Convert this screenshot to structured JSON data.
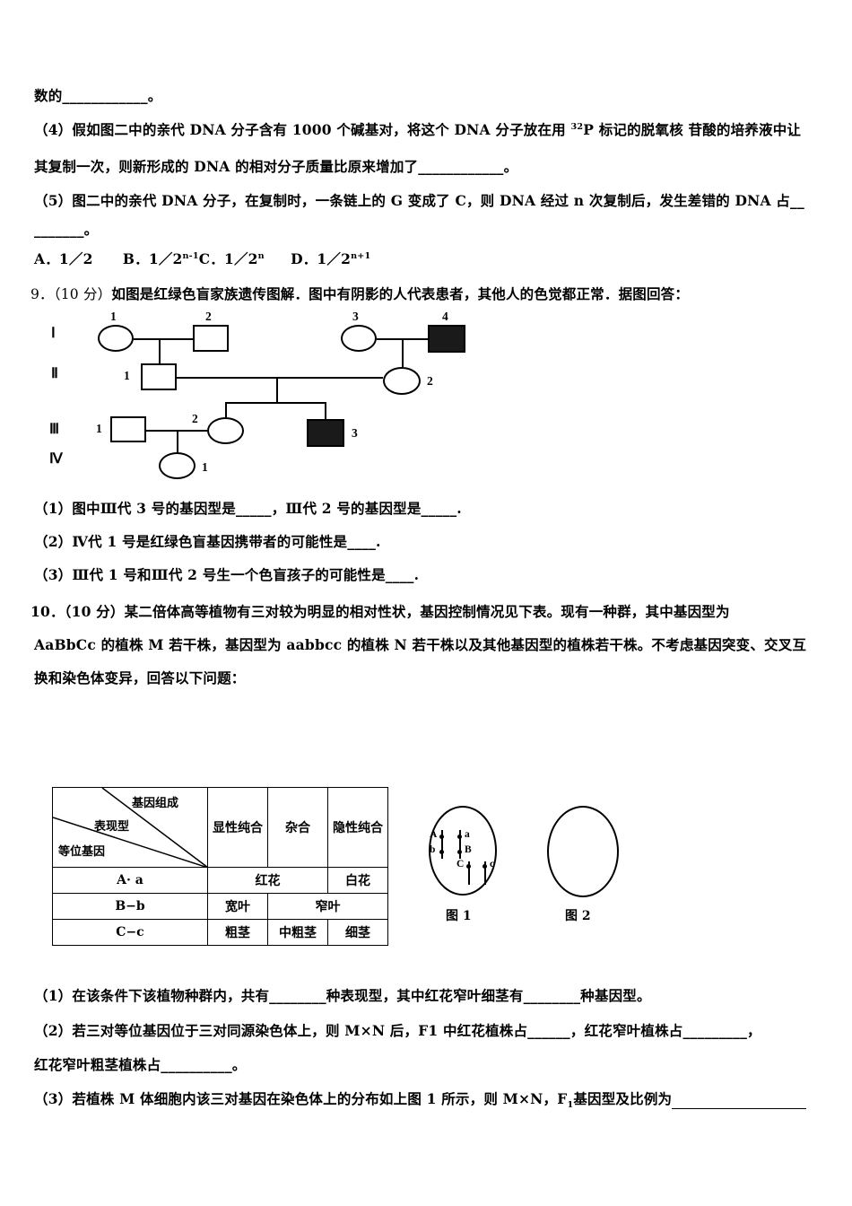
{
  "document": {
    "line_top": "数的____________。",
    "q8": {
      "item4": "（4）假如图二中的亲代 DNA 分子含有 1000 个碱基对，将这个 DNA 分子放在用 ³²P 标记的脱氧核 苷酸的培养液中让",
      "item4_cont": "其复制一次，则新形成的 DNA 的相对分子质量比原来增加了____________。",
      "item5": "（5）图二中的亲代 DNA 分子，在复制时，一条链上的 G 变成了 C，则 DNA 经过 n 次复制后，发生差错的 DNA 占__",
      "item5_cont": "_______。",
      "options": "A．1／2      B．1／2ⁿ⁻¹ C．1／2ⁿ     D．1／2ⁿ⁺¹"
    },
    "q9": {
      "stem": "9．（10 分）如图是红绿色盲家族遗传图解．图中有阴影的人代表患者，其他人的色觉都正常．据图回答：",
      "sub1": "（1）图中Ⅲ代 3 号的基因型是_____，Ⅲ代 2 号的基因型是_____.",
      "sub2": "（2）Ⅳ代 1 号是红绿色盲基因携带者的可能性是____.",
      "sub3": "（3）Ⅲ代 1 号和Ⅲ代 2 号生一个色盲孩子的可能性是____."
    },
    "q10": {
      "stem_l1": "10．（10 分）某二倍体高等植物有三对较为明显的相对性状，基因控制情况见下表。现有一种群，其中基因型为",
      "stem_l2": "AaBbCc 的植株 M 若干株，基因型为 aabbcc 的植株 N 若干株以及其他基因型的植株若干株。不考虑基因突变、交叉互",
      "stem_l3": "换和染色体变异，回答以下问题：",
      "sub1": "（1）在该条件下该植物种群内，共有________种表现型，其中红花窄叶细茎有________种基因型。",
      "sub2": "（2）若三对等位基因位于三对同源染色体上，则 M×N 后，F1 中红花植株占______，红花窄叶植株占_________，",
      "sub2_cont": "红花窄叶粗茎植株占__________。",
      "sub3": "（3）若植株 M 体细胞内该三对基因在染色体上的分布如上图 1 所示，则 M×N，F₁基因型及比例为_______________"
    }
  },
  "pedigree": {
    "generation_labels": [
      "Ⅰ",
      "Ⅱ",
      "Ⅲ",
      "Ⅳ"
    ],
    "individuals": [
      {
        "id": "I-1",
        "number": "1",
        "shape": "circle",
        "affected": false
      },
      {
        "id": "I-2",
        "number": "2",
        "shape": "square",
        "affected": false
      },
      {
        "id": "I-3",
        "number": "3",
        "shape": "circle",
        "affected": false
      },
      {
        "id": "I-4",
        "number": "4",
        "shape": "square",
        "affected": true
      },
      {
        "id": "II-1",
        "number": "1",
        "shape": "square",
        "affected": false
      },
      {
        "id": "II-2",
        "number": "2",
        "shape": "circle",
        "affected": false
      },
      {
        "id": "III-1",
        "number": "1",
        "shape": "square",
        "affected": false
      },
      {
        "id": "III-2",
        "number": "2",
        "shape": "circle",
        "affected": false
      },
      {
        "id": "III-3",
        "number": "3",
        "shape": "square",
        "affected": true
      },
      {
        "id": "IV-1",
        "number": "1",
        "shape": "circle",
        "affected": false
      }
    ]
  },
  "genetics_table": {
    "corner": {
      "top_right": "基因组成",
      "middle": "表现型",
      "bottom_left": "等位基因"
    },
    "headers": [
      "显性纯合",
      "杂合",
      "隐性纯合"
    ],
    "rows": [
      {
        "allele": "A· a",
        "cells": [
          {
            "text": "红花",
            "span": 2
          },
          {
            "text": "白花",
            "span": 1
          }
        ]
      },
      {
        "allele": "B−b",
        "cells": [
          {
            "text": "宽叶",
            "span": 1
          },
          {
            "text": "窄叶",
            "span": 2
          }
        ]
      },
      {
        "allele": "C−c",
        "cells": [
          {
            "text": "粗茎",
            "span": 1
          },
          {
            "text": "中粗茎",
            "span": 1
          },
          {
            "text": "细茎",
            "span": 1
          }
        ]
      }
    ]
  },
  "cell_figures": {
    "fig1": {
      "caption": "图 1",
      "gene_labels": [
        "A",
        "a",
        "b",
        "B",
        "C",
        "c"
      ]
    },
    "fig2": {
      "caption": "图 2",
      "gene_labels": []
    }
  },
  "colors": {
    "ink": "#000000",
    "paper": "#ffffff",
    "affected_fill": "#1a1a1a"
  }
}
